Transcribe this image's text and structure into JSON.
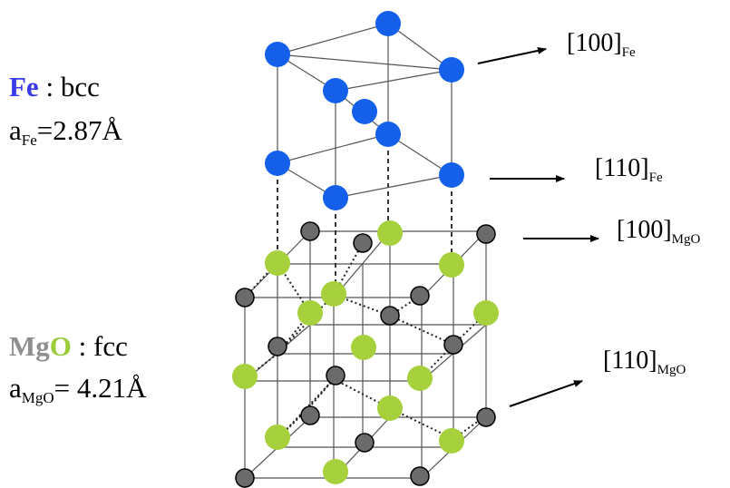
{
  "fe_label": {
    "element": "Fe",
    "element_color": "#3a3ae8",
    "structure": " : bcc",
    "param_prefix": "a",
    "param_sub": "Fe",
    "param_value": "=2.87Å"
  },
  "mgo_label": {
    "mg": "Mg",
    "mg_color": "#8f8f8f",
    "o": "O",
    "o_color": "#9bcc3a",
    "structure": " : fcc",
    "param_prefix": "a",
    "param_sub": "MgO",
    "param_value": "= 4.21Å"
  },
  "directions": [
    {
      "main": "[100]",
      "sub": "Fe"
    },
    {
      "main": "[110]",
      "sub": "Fe"
    },
    {
      "main": "[100]",
      "sub": "MgO"
    },
    {
      "main": "[110]",
      "sub": "MgO"
    }
  ],
  "colors": {
    "fe_atom": "#1460ea",
    "mg_atom": "#6b6b6b",
    "o_atom": "#a6d13c",
    "lines": "#444444"
  }
}
